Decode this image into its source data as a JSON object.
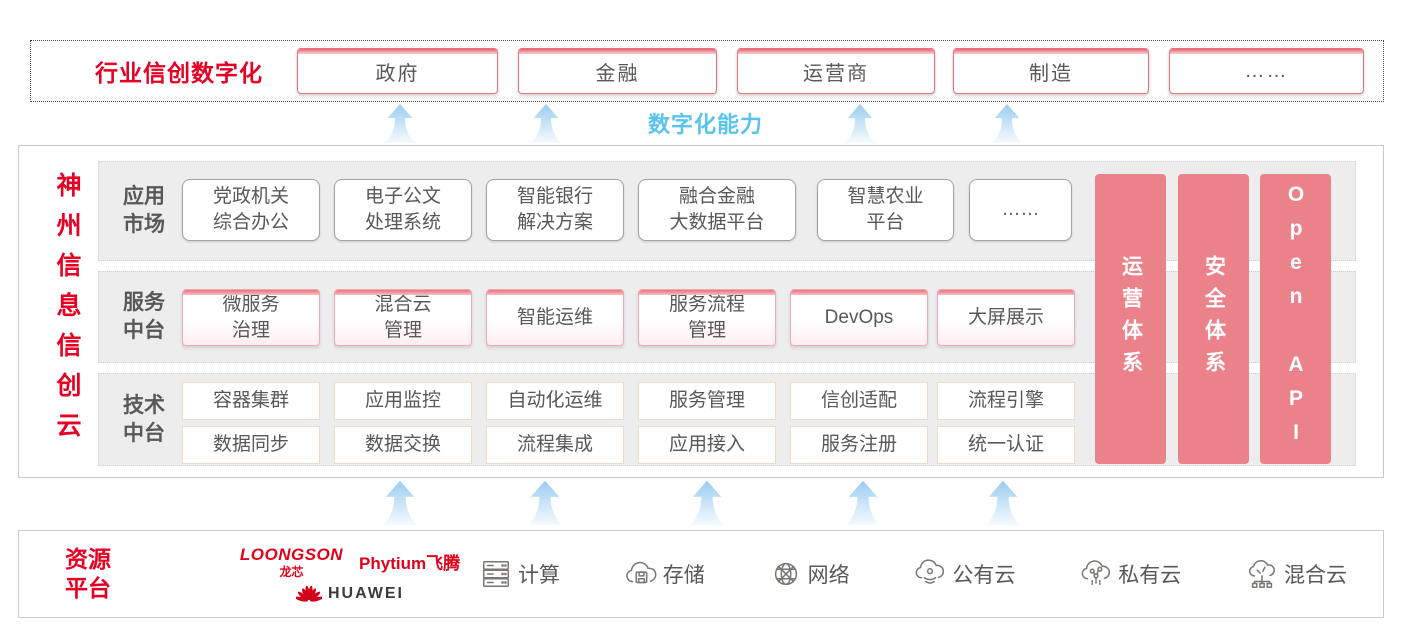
{
  "colors": {
    "brand_red": "#e60023",
    "pillar_pink": "#ec8289",
    "capability_blue": "#57c3ee",
    "text_gray": "#595757"
  },
  "top_banner": {
    "label": "行业信创数字化",
    "industries": [
      "政府",
      "金融",
      "运营商",
      "制造",
      "……"
    ]
  },
  "capability_label": "数字化能力",
  "platform": {
    "vertical_title": "神州信息信创云",
    "app_market": {
      "label_line1": "应用",
      "label_line2": "市场",
      "cards": [
        {
          "line1": "党政机关",
          "line2": "综合办公"
        },
        {
          "line1": "电子公文",
          "line2": "处理系统"
        },
        {
          "line1": "智能银行",
          "line2": "解决方案"
        },
        {
          "line1": "融合金融",
          "line2": "大数据平台"
        },
        {
          "line1": "智慧农业",
          "line2": "平台"
        },
        {
          "line1": "……",
          "line2": ""
        }
      ]
    },
    "service_platform": {
      "label_line1": "服务",
      "label_line2": "中台",
      "cards": [
        {
          "line1": "微服务",
          "line2": "治理"
        },
        {
          "line1": "混合云",
          "line2": "管理"
        },
        {
          "line1": "智能运维",
          "line2": ""
        },
        {
          "line1": "服务流程",
          "line2": "管理"
        },
        {
          "line1": "DevOps",
          "line2": ""
        },
        {
          "line1": "大屏展示",
          "line2": ""
        }
      ]
    },
    "tech_platform": {
      "label_line1": "技术",
      "label_line2": "中台",
      "row1": [
        "容器集群",
        "应用监控",
        "自动化运维",
        "服务管理",
        "信创适配",
        "流程引擎"
      ],
      "row2": [
        "数据同步",
        "数据交换",
        "流程集成",
        "应用接入",
        "服务注册",
        "统一认证"
      ]
    },
    "pillars": [
      "运营体系",
      "安全体系",
      "Open API"
    ]
  },
  "resource_platform": {
    "label_line1": "资源",
    "label_line2": "平台",
    "vendors": {
      "loongson_en": "LOONGSON",
      "loongson_cn": "龙芯",
      "phytium": "Phytium飞腾",
      "huawei": "HUAWEI"
    },
    "items": [
      {
        "icon": "compute-server-icon",
        "label": "计算"
      },
      {
        "icon": "storage-cloud-icon",
        "label": "存储"
      },
      {
        "icon": "network-globe-icon",
        "label": "网络"
      },
      {
        "icon": "public-cloud-icon",
        "label": "公有云"
      },
      {
        "icon": "private-cloud-icon",
        "label": "私有云"
      },
      {
        "icon": "hybrid-cloud-icon",
        "label": "混合云"
      }
    ]
  }
}
